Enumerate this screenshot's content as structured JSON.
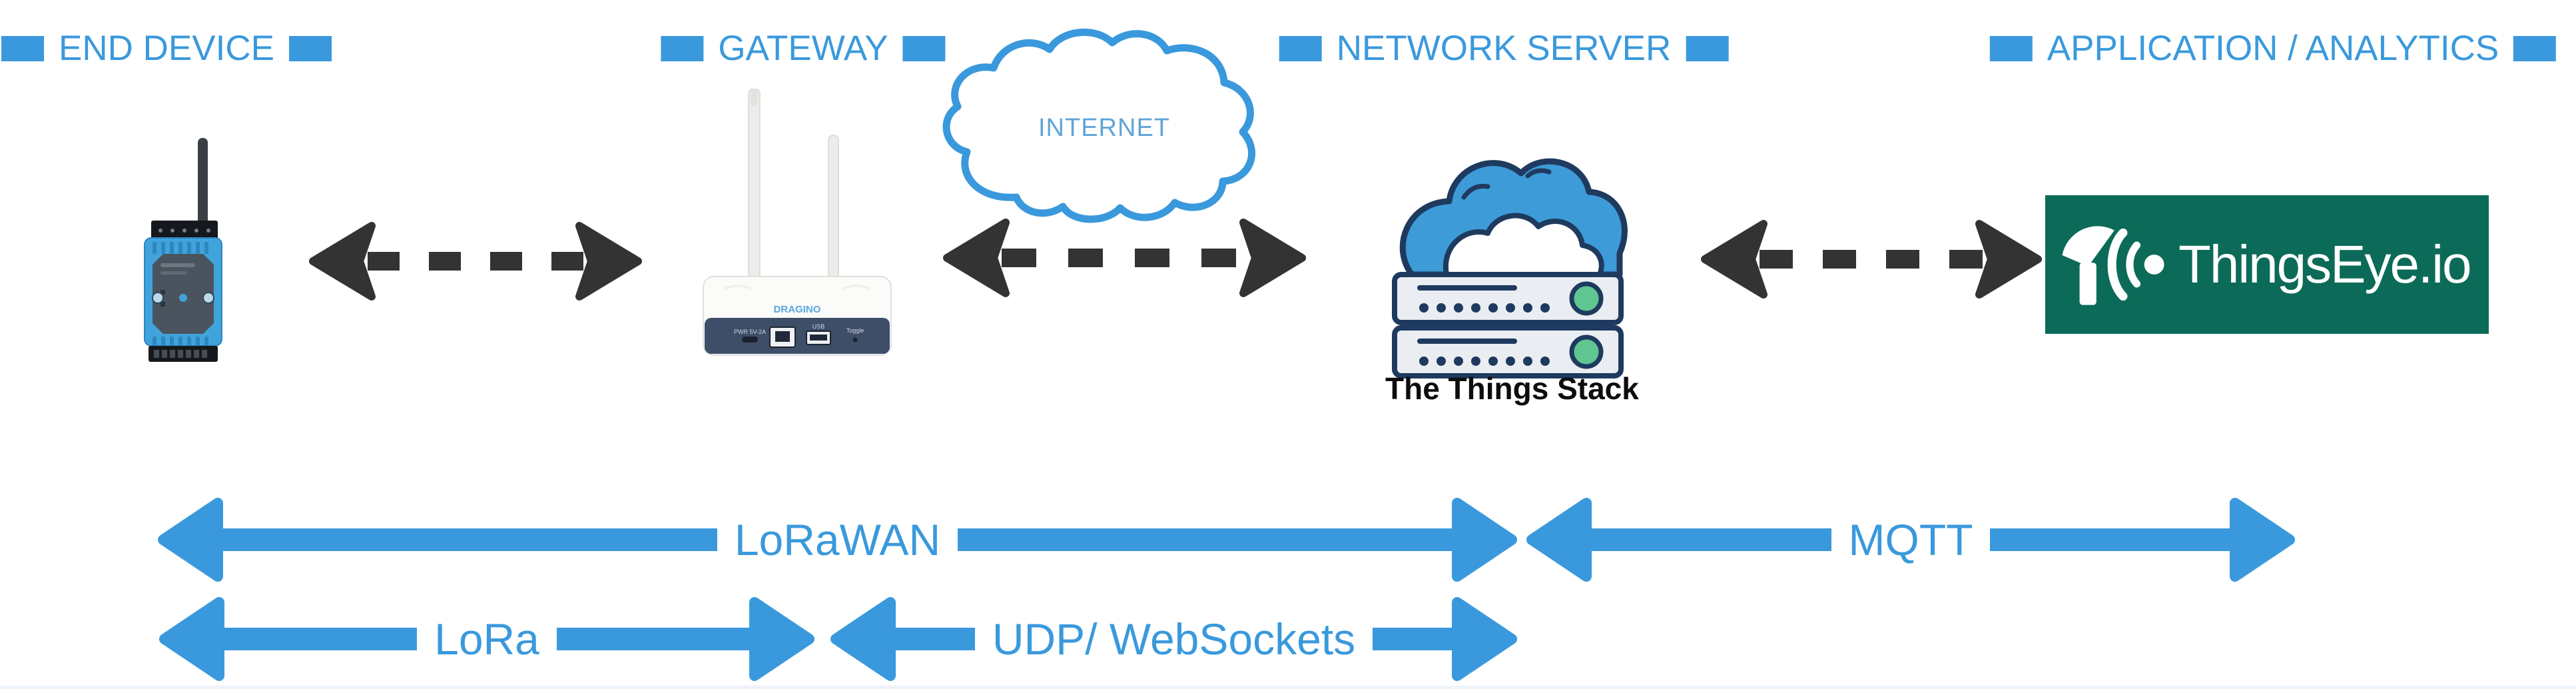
{
  "title": "LoRaWAN network architecture diagram",
  "colors": {
    "accent_blue": "#3A99DC",
    "dash_dark": "#333333",
    "navy_outline": "#1F3A5F",
    "cloud_blue": "#3D9BD8",
    "server_gray": "#EAEEF2",
    "led_green": "#5FC692",
    "thingseye_teal": "#0C6B58"
  },
  "sections": {
    "end_device": {
      "label": "END DEVICE"
    },
    "gateway": {
      "label": "GATEWAY",
      "brand": "DRAGINO",
      "port_power": "PWR 5V-2A",
      "port_usb": "USB",
      "port_toggle": "Toggle"
    },
    "internet": {
      "label": "INTERNET"
    },
    "network_server": {
      "label": "NETWORK SERVER",
      "caption": "The Things Stack"
    },
    "application": {
      "label": "APPLICATION / ANALYTICS",
      "logo_text": "ThingsEye.io"
    }
  },
  "protocols": {
    "lorawan": "LoRaWAN",
    "mqtt": "MQTT",
    "lora": "LoRa",
    "udp_websockets": "UDP/ WebSockets"
  }
}
